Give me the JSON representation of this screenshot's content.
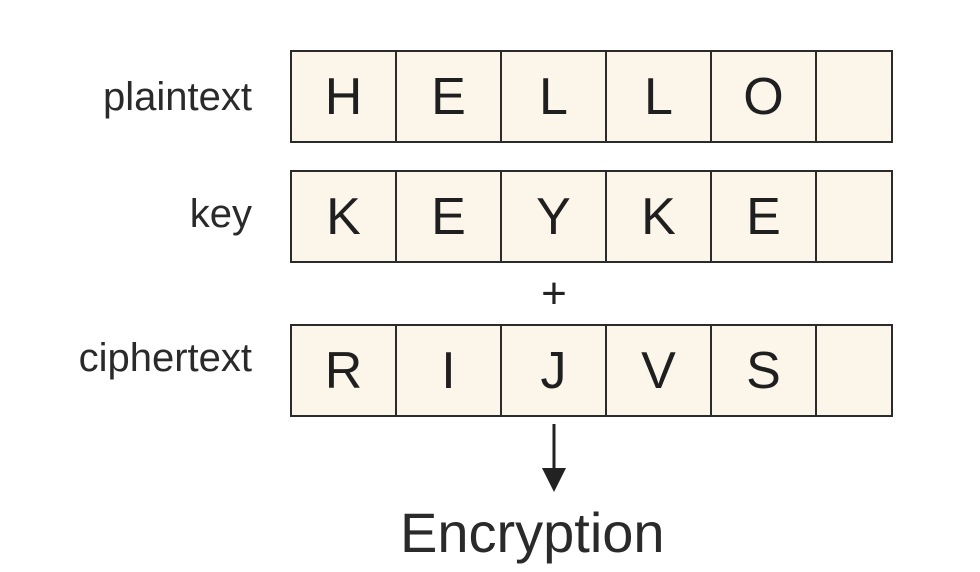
{
  "rows": [
    {
      "label": "plaintext",
      "cells": [
        "H",
        "E",
        "L",
        "L",
        "O",
        ""
      ]
    },
    {
      "label": "key",
      "cells": [
        "K",
        "E",
        "Y",
        "K",
        "E",
        ""
      ]
    },
    {
      "label": "ciphertext",
      "cells": [
        "R",
        "I",
        "J",
        "V",
        "S",
        ""
      ]
    }
  ],
  "operator": "+",
  "caption": "Encryption",
  "colors": {
    "cell_fill": "#fcf6ea",
    "border": "#2b2b2b",
    "text": "#222222"
  },
  "icons": {
    "arrow": "arrow-down-icon"
  }
}
